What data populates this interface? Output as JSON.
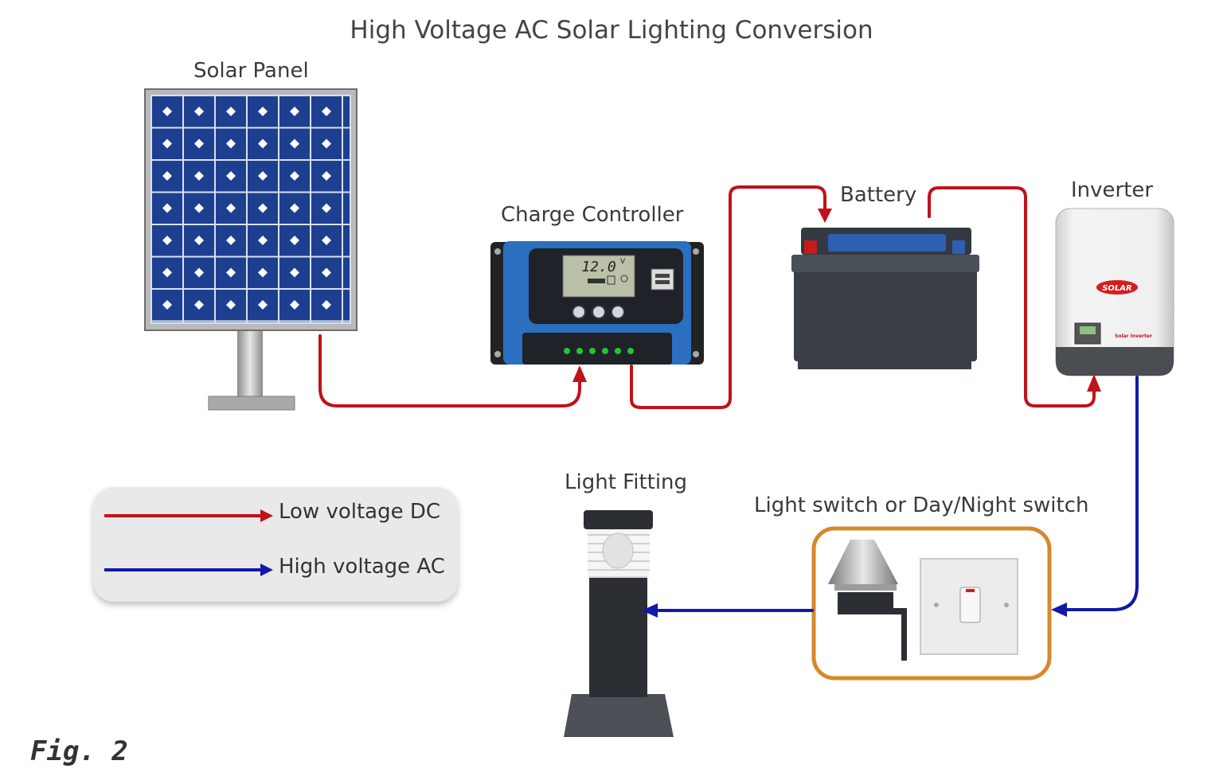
{
  "title": "High Voltage AC Solar Lighting Conversion",
  "components": {
    "solar_panel": "Solar Panel",
    "charge_controller": "Charge Controller",
    "battery": "Battery",
    "inverter": "Inverter",
    "light_fitting": "Light Fitting",
    "switch": "Light switch or Day/Night switch"
  },
  "controller_display": "12.0",
  "controller_unit": "V",
  "inverter_badge": "SOLAR",
  "inverter_caption": "Solar Inverter",
  "legend": {
    "dc": "Low voltage DC",
    "ac": "High voltage AC"
  },
  "figure_label": "Fig. 2",
  "colors": {
    "dc": "#c0121a",
    "ac": "#1019a8",
    "switch_frame": "#d4892a",
    "panel_cells": "#1e3f8f",
    "controller_blue": "#2b6fc0"
  }
}
